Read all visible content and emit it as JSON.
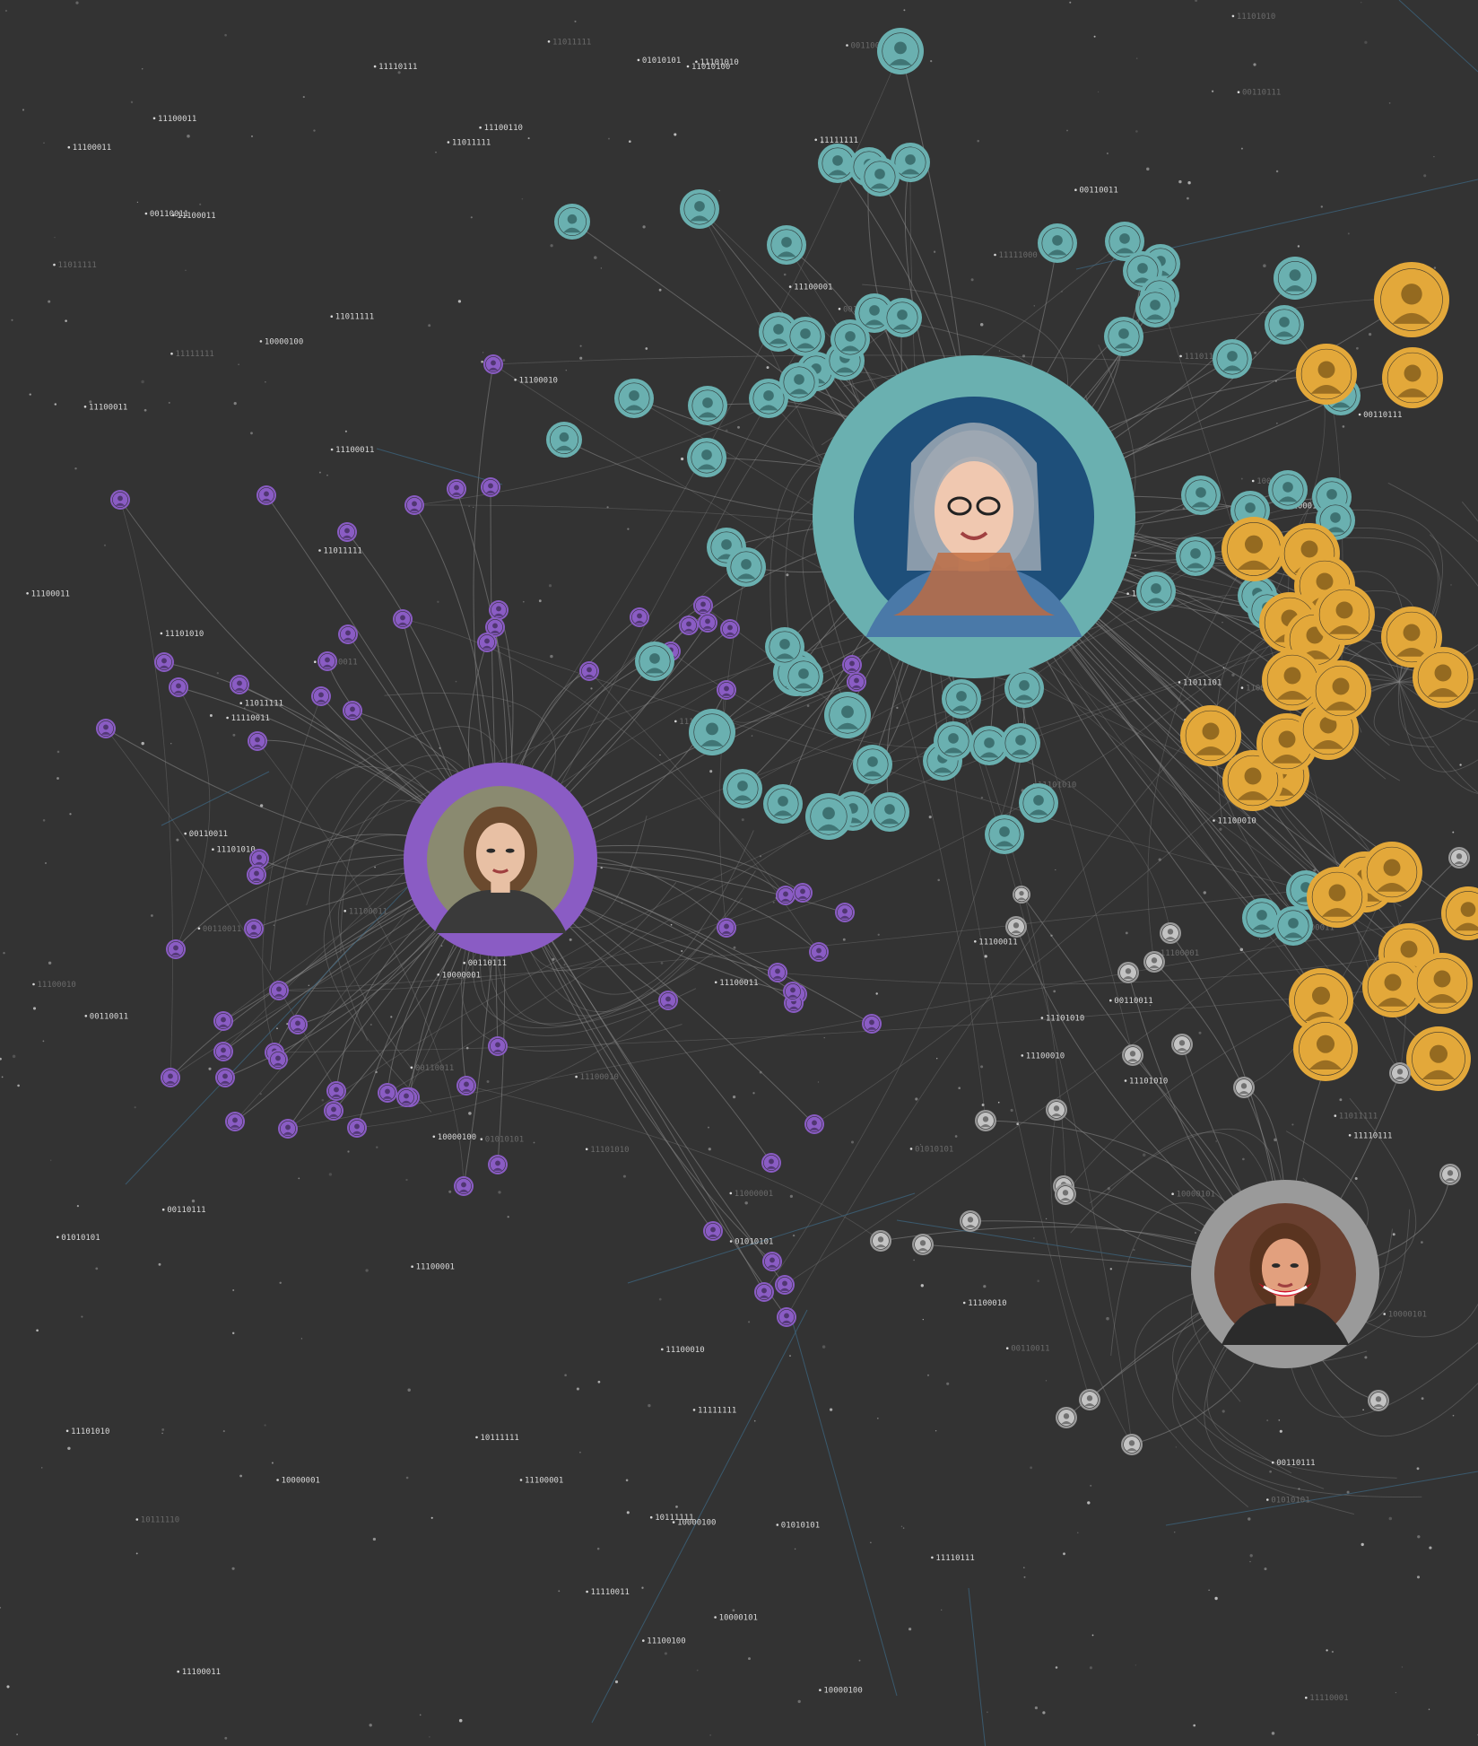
{
  "colors": {
    "background": "#333333",
    "purple": "#8a5cc4",
    "teal": "#6ab0b0",
    "gold": "#e3a83a",
    "gray": "#9a9a9a",
    "edge": "#8a8a8a",
    "edge_blue": "#3e6a86",
    "label": "#d8d8d8",
    "label_faint": "#6a6a6a"
  },
  "clusters": [
    {
      "id": "purple",
      "hub_icon": "woman-portrait-icon",
      "color_key": "purple"
    },
    {
      "id": "teal",
      "hub_icon": "woman-hoodie-portrait-icon",
      "color_key": "teal"
    },
    {
      "id": "gold",
      "hub_icon": "avatar-icon",
      "color_key": "gold"
    },
    {
      "id": "gray",
      "hub_icon": "smiling-woman-portrait-icon",
      "color_key": "gray"
    }
  ],
  "labels": [
    "00110011",
    "00110111",
    "11101010",
    "01010101",
    "11011111",
    "11011111",
    "11101010",
    "10111110",
    "11100001",
    "10111111",
    "10000100",
    "11011111",
    "11100001",
    "11011111",
    "11011111",
    "11101010",
    "11101010",
    "11010100",
    "11011111",
    "11101010",
    "00110011",
    "11110001",
    "11100010",
    "00110011",
    "11100010",
    "11100011",
    "11110011",
    "11111111",
    "00110001",
    "11101010",
    "00110111",
    "11100001",
    "11011101",
    "11100001",
    "11101010",
    "01010101",
    "10000100",
    "11100010",
    "00110111",
    "11100001",
    "11110011",
    "11110111",
    "10000100",
    "11110110",
    "10000101",
    "00110011",
    "11101010",
    "10000100",
    "01010101",
    "11111111",
    "00110111",
    "10000100",
    "11100011",
    "10111111",
    "00110011",
    "11100011",
    "11101010",
    "10000101",
    "11101010",
    "10000100",
    "01010101",
    "00110011",
    "11100011",
    "11101010",
    "11100011",
    "11011111",
    "11111000",
    "10000001",
    "11100010",
    "00110111",
    "11100110",
    "11011111",
    "11100011",
    "01010101",
    "11100001",
    "11100100",
    "11110111",
    "11100010",
    "11101111",
    "11001001",
    "10000101",
    "11100011",
    "00110011",
    "00110011",
    "11100010",
    "11110111",
    "11111111",
    "11100011",
    "11100011",
    "00110011",
    "11100011",
    "10000001",
    "01010101",
    "11100011",
    "11100010",
    "11100010",
    "01010101",
    "11100010",
    "00110011",
    "11000001",
    "10000101",
    "11100001",
    "10000100",
    "11100011"
  ]
}
